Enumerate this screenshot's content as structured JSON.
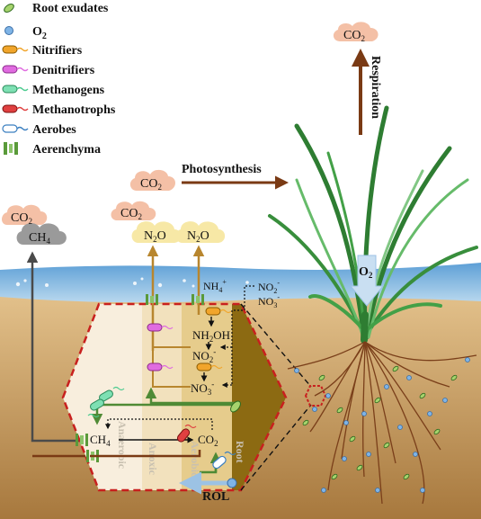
{
  "legend": [
    {
      "label": "Root exudates",
      "icon": "root-exudate-icon"
    },
    {
      "label": "O",
      "sub": "2",
      "icon": "oxygen-icon"
    },
    {
      "label": "Nitrifiers",
      "icon": "nitrifier-icon"
    },
    {
      "label": "Denitrifiers",
      "icon": "denitrifier-icon"
    },
    {
      "label": "Methanogens",
      "icon": "methanogen-icon"
    },
    {
      "label": "Methanotrophs",
      "icon": "methanotroph-icon"
    },
    {
      "label": "Aerobes",
      "icon": "aerobe-icon"
    },
    {
      "label": "Aerenchyma",
      "icon": "aerenchyma-icon"
    }
  ],
  "labels": {
    "respiration": "Respiration",
    "photosynthesis": "Photosynthesis",
    "rol": "ROL",
    "o2_plant": "O",
    "o2_plant_sub": "2"
  },
  "clouds": {
    "co2_respiration": {
      "main": "CO",
      "sub": "2"
    },
    "co2_photosynthesis": {
      "main": "CO",
      "sub": "2"
    },
    "co2_left_a": {
      "main": "CO",
      "sub": "2"
    },
    "ch4_left": {
      "main": "CH",
      "sub": "4"
    },
    "co2_mid": {
      "main": "CO",
      "sub": "2"
    },
    "n2o_mid": {
      "main": "N",
      "sub": "2",
      "tail": "O"
    },
    "n2o_right": {
      "main": "N",
      "sub": "2",
      "tail": "O"
    }
  },
  "chemistry": {
    "nh4": {
      "main": "NH",
      "sub": "4",
      "sup": "+"
    },
    "no2_top": {
      "main": "NO",
      "sub": "2",
      "sup": "-"
    },
    "no3_top": {
      "main": "NO",
      "sub": "3",
      "sup": "-"
    },
    "nh2oh": {
      "main": "NH",
      "sub": "2",
      "tail": "OH"
    },
    "no2_mid": {
      "main": "NO",
      "sub": "2",
      "sup": "-"
    },
    "no3_mid": {
      "main": "NO",
      "sub": "3",
      "sup": "-"
    },
    "ch4_box": {
      "main": "CH",
      "sub": "4"
    },
    "co2_box": {
      "main": "CO",
      "sub": "2"
    }
  },
  "zones": [
    "Anaerobic",
    "Anoxic",
    "Aerobic",
    "Root"
  ],
  "colors": {
    "water": "#6fa8d8",
    "soil": "#c99a5b",
    "frame": "#c8201e",
    "n_arrow": "#b8862e",
    "green_arrow": "#4f8a35",
    "brown_arrow": "#7a3a14",
    "grey_arrow": "#4a4a4a",
    "co2_cloud": "#f4c0a6",
    "n2o_cloud": "#f7e8a6",
    "ch4_cloud": "#9a9a9a"
  }
}
